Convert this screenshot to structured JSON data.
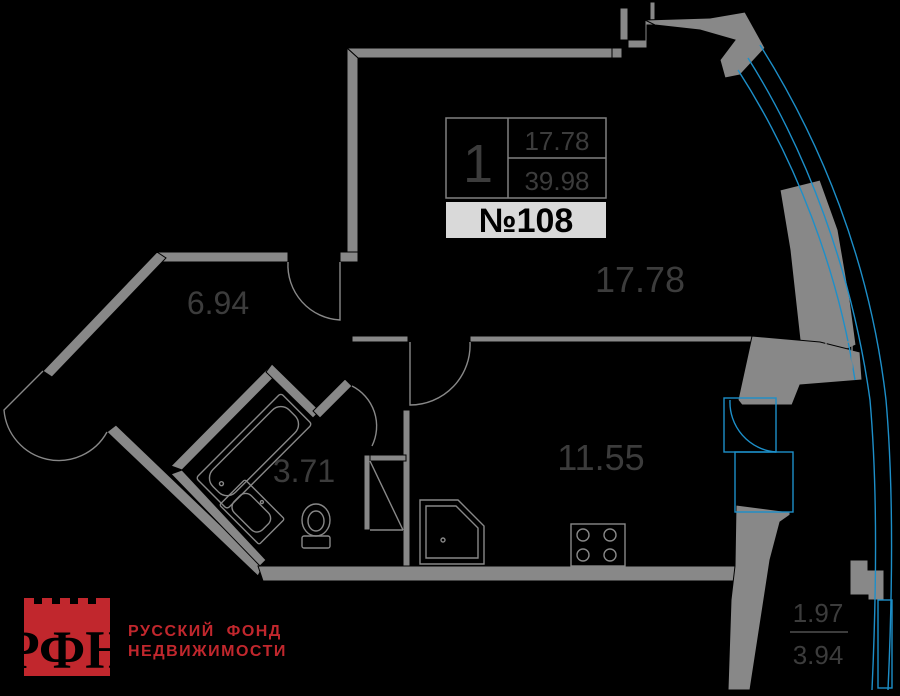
{
  "summary": {
    "rooms": "1",
    "living_area": "17.78",
    "total_area": "39.98",
    "apartment_number": "№108"
  },
  "rooms": {
    "hall": "6.94",
    "living_room": "17.78",
    "bathroom": "3.71",
    "kitchen": "11.55",
    "balcony_area": "1.97",
    "balcony_reduced_area": "3.94"
  },
  "logo": {
    "line1": "РУССКИЙ  ФОНД",
    "line2": "НЕДВИЖИМОСТИ",
    "color": "#c1272d"
  },
  "colors": {
    "background": "#000000",
    "wall": "#888888",
    "label": "#3c3c3c",
    "summary_box": "#d9d9d9",
    "glass": "#1d8fc9"
  }
}
